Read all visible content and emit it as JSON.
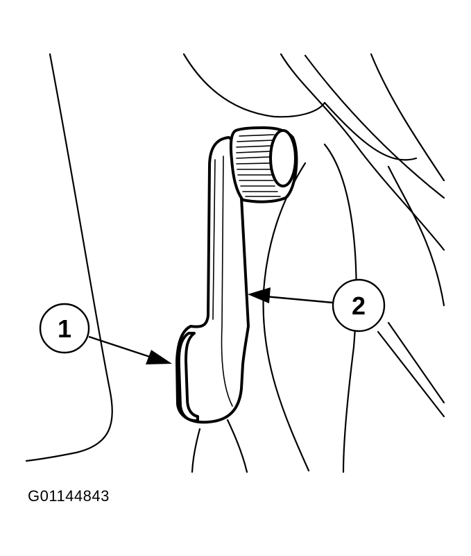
{
  "callouts": [
    {
      "label": "1"
    },
    {
      "label": "2"
    }
  ],
  "figure_id": "G01144843"
}
